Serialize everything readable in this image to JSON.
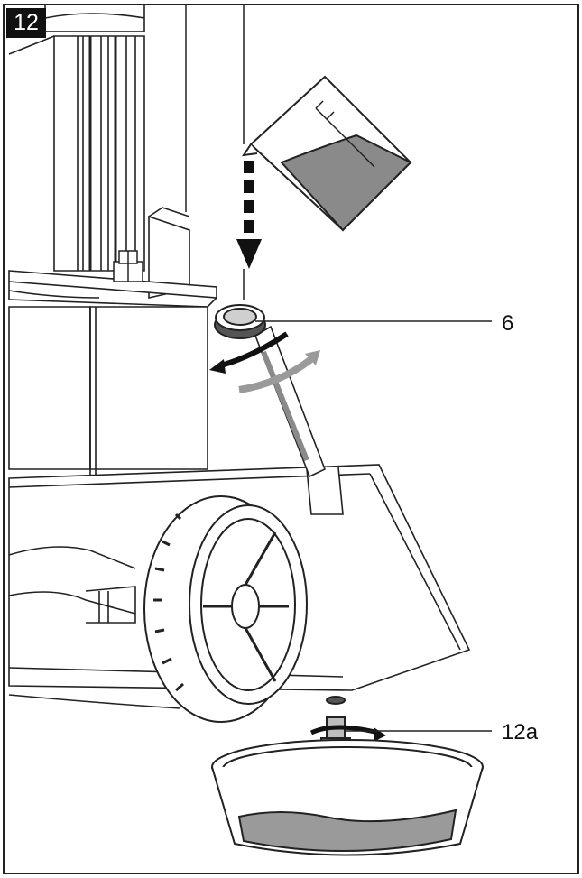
{
  "figure": {
    "number": "12",
    "callouts": [
      "6",
      "12a"
    ]
  },
  "colors": {
    "line": "#222222",
    "liquid": "#8a8a8a",
    "liquid_light": "#b9b9b9",
    "arrow_gray": "#9a9a9a",
    "black": "#111111"
  }
}
